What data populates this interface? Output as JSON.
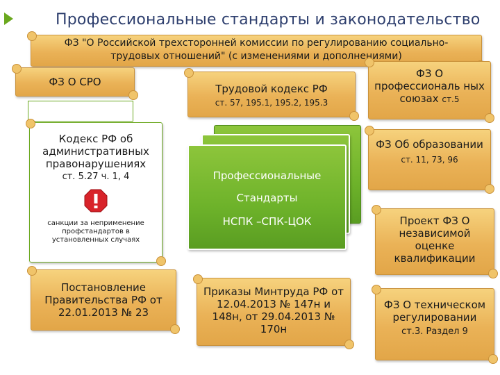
{
  "title": "Профессиональные стандарты и законодательство",
  "fz_tripartite": "ФЗ \"О Российской трехсторонней комиссии по регулированию социально-трудовых отношений\" (с изменениями и дополнениями)",
  "fz_sro": "ФЗ О СРО",
  "labor_code": {
    "title": "Трудовой кодекс РФ",
    "articles": "ст. 57, 195.1, 195.2, 195.3"
  },
  "unions": {
    "title": "ФЗ О профессиональ ных союзах",
    "article": "ст.5"
  },
  "admin_code": {
    "title": "Кодекс РФ об административных правонарушениях",
    "article": "ст. 5.27 ч. 1, 4",
    "note": "санкции за неприменение профстандартов в установленных случаях"
  },
  "warning_icon": "exclamation-stop-icon",
  "prof_standards": {
    "line1": "Профессиональные",
    "line2": "Стандарты",
    "line3": "НСПК –СПК-ЦОК"
  },
  "education": {
    "title": "ФЗ Об образовании",
    "articles": "ст. 11, 73, 96"
  },
  "qualification": "Проект ФЗ О независимой оценке квалификации",
  "government_decree": "Постановление Правительства РФ от 22.01.2013 № 23",
  "mintrud_orders": "Приказы Минтруда РФ от 12.04.2013 № 147н и 148н, от 29.04.2013 № 170н",
  "tech_regulation": {
    "title": "ФЗ О техническом регулировании",
    "article": "ст.3. Раздел 9"
  },
  "colors": {
    "title": "#2e3f6e",
    "scroll": "#eab257",
    "green": "#6db22a",
    "stop": "#d8232a"
  }
}
